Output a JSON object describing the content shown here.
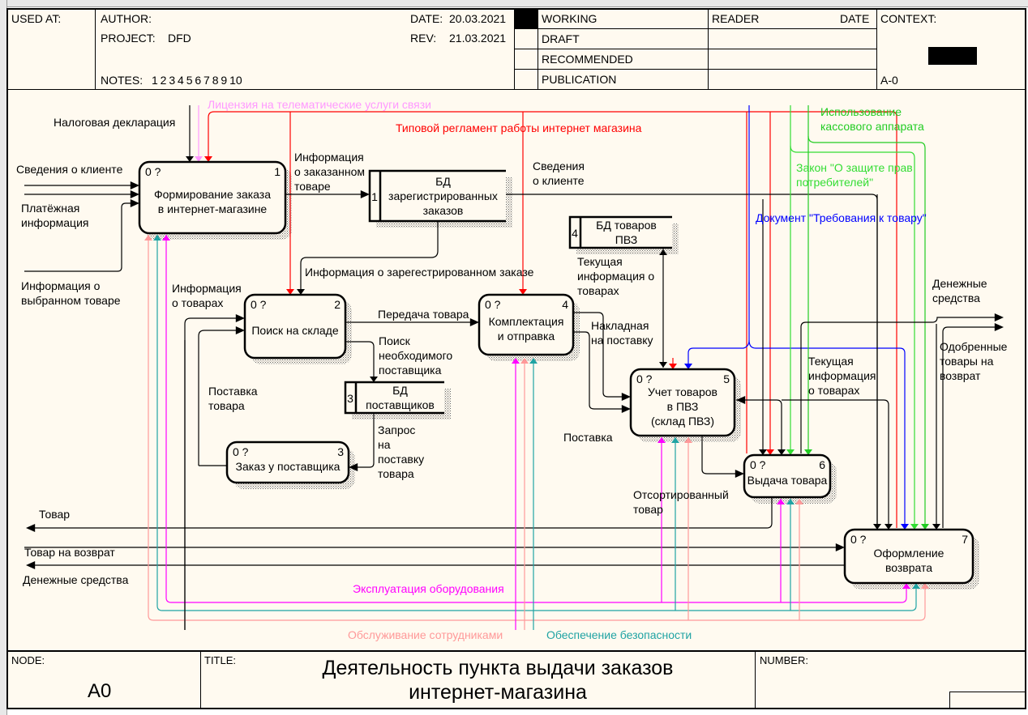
{
  "header": {
    "used_at_label": "USED AT:",
    "author_label": "AUTHOR:",
    "project_label": "PROJECT:",
    "project_value": "DFD",
    "date_label": "DATE:",
    "date_value": "20.03.2021",
    "rev_label": "REV:",
    "rev_value": "21.03.2021",
    "notes_label": "NOTES:",
    "notes_value": "1  2  3  4  5  6  7  8  9  10",
    "status_items": [
      "WORKING",
      "DRAFT",
      "RECOMMENDED",
      "PUBLICATION"
    ],
    "status_selected": "WORKING",
    "reader_label": "READER",
    "reader_date_label": "DATE",
    "context_label": "CONTEXT:",
    "context_value": "A-0"
  },
  "footer": {
    "node_label": "NODE:",
    "node_value": "A0",
    "title_label": "TITLE:",
    "title_line1": "Деятельность пункта выдачи заказов",
    "title_line2": "интернет-магазина",
    "number_label": "NUMBER:"
  },
  "processes": [
    {
      "num": "1",
      "cost": "0 ?",
      "lines": [
        "Формирование заказа",
        "в интернет-магазине"
      ]
    },
    {
      "num": "2",
      "cost": "0 ?",
      "lines": [
        "Поиск на складе"
      ]
    },
    {
      "num": "3",
      "cost": "0 ?",
      "lines": [
        "Заказ у поставщика"
      ]
    },
    {
      "num": "4",
      "cost": "0 ?",
      "lines": [
        "Комплектация",
        "и отправка"
      ]
    },
    {
      "num": "5",
      "cost": "0 ?",
      "lines": [
        "Учет товаров",
        "в ПВЗ",
        "(склад ПВЗ)"
      ]
    },
    {
      "num": "6",
      "cost": "0 ?",
      "lines": [
        "Выдача товара"
      ]
    },
    {
      "num": "7",
      "cost": "0 ?",
      "lines": [
        "Оформление",
        "возврата"
      ]
    }
  ],
  "datastores": [
    {
      "num": "1",
      "lines": [
        "БД",
        "зарегистрированных",
        "заказов"
      ]
    },
    {
      "num": "3",
      "lines": [
        "БД",
        "поставщиков"
      ]
    },
    {
      "num": "4",
      "lines": [
        "БД товаров",
        "ПВЗ"
      ]
    }
  ],
  "arrows": {
    "tax": "Налоговая декларация",
    "license": "Лицензия на телематические услуги связи",
    "regulation": "Типовой регламент работы интернет магазина",
    "client_info_in": "Сведения о клиенте",
    "payment_info": [
      "Платёжная",
      "информация"
    ],
    "selected_item_info": [
      "Информация о",
      "выбранном товаре"
    ],
    "ordered_item_info": [
      "Информация",
      "о заказанном",
      "товаре"
    ],
    "client_info_db": [
      "Сведения",
      "о клиенте"
    ],
    "registered_order_info": "Информация о зарегестрированном заказе",
    "goods_info": [
      "Информация",
      "о товарах"
    ],
    "goods_transfer": "Передача товара",
    "supplier_search": [
      "Поиск",
      "необходимого",
      "поставщика"
    ],
    "supply_request": [
      "Запрос",
      "на",
      "поставку",
      "товара"
    ],
    "goods_supply": [
      "Поставка",
      "товара"
    ],
    "current_info_db": [
      "Текущая",
      "информация о",
      "товарах"
    ],
    "invoice": [
      "Накладная",
      "на поставку"
    ],
    "supply": "Поставка",
    "cash_register": [
      "Использование",
      "кассового аппарата"
    ],
    "consumer_law": [
      "Закон \"О защите прав",
      "потребителей\""
    ],
    "requirements_doc": "Документ \"Требования к товару\"",
    "money_out": [
      "Денежные",
      "средства"
    ],
    "approved_returns": [
      "Одобренные",
      "товары на",
      "возврат"
    ],
    "current_info": [
      "Текущая",
      "информация",
      "о товарах"
    ],
    "sorted_goods": [
      "Отсортированный",
      "товар"
    ],
    "goods_out": "Товар",
    "return_goods": "Товар на возврат",
    "money_left": "Денежные средства",
    "equipment": "Эксплуатация оборудования",
    "staff": "Обслуживание сотрудниками",
    "security": "Обеспечение безопасности"
  },
  "colors": {
    "background": "#fffaf0",
    "regulation": "#ff0000",
    "license": "#ff99ff",
    "equipment": "#ff00ff",
    "staff": "#ff9999",
    "security": "#1fa3a3",
    "law": "#33dd33",
    "cash": "#22cc22",
    "document": "#0000ff"
  }
}
